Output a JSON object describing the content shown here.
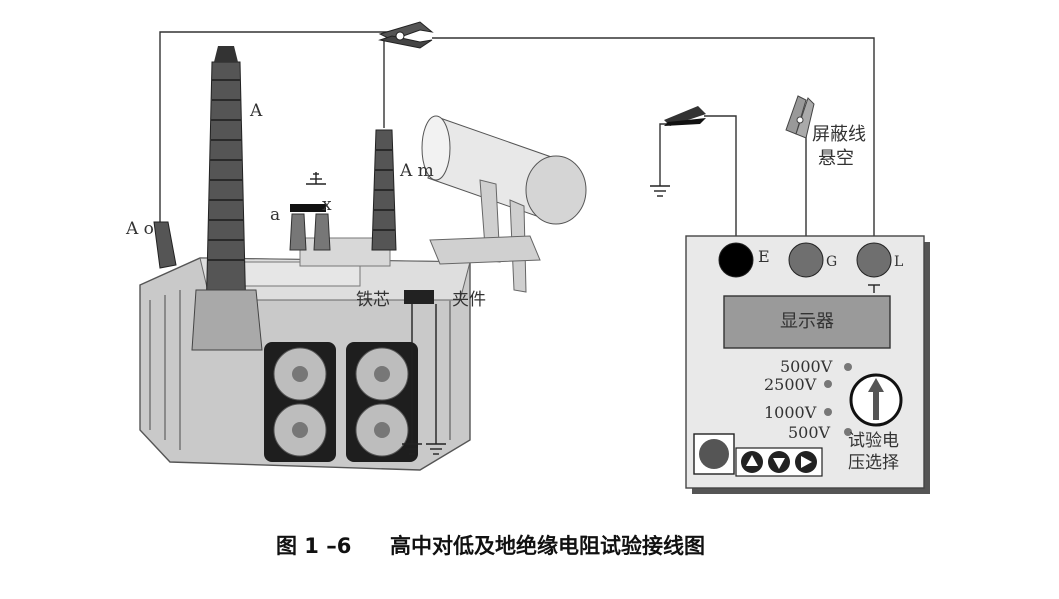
{
  "labels": {
    "terminal_A": "A",
    "terminal_Am": "A m",
    "terminal_Ao": "A o",
    "terminal_a": "a",
    "terminal_x": "x",
    "core": "铁芯",
    "clamp": "夹件",
    "shield_line_1": "屏蔽线",
    "shield_line_2": "悬空"
  },
  "meter": {
    "terminal_E": "E",
    "terminal_G": "G",
    "terminal_L": "L",
    "display": "显示器",
    "voltages": [
      "5000V",
      "2500V",
      "1000V",
      "500V"
    ],
    "selector_label_1": "试验电",
    "selector_label_2": "压选择",
    "nav_buttons": [
      "up",
      "down",
      "right"
    ]
  },
  "caption": {
    "number": "图 1 –6",
    "title": "高中对低及地绝缘电阻试验接线图"
  },
  "colors": {
    "wire": "#333333",
    "meter_face": "#e9e9e9",
    "meter_border": "#444444",
    "terminal_grey": "#6f6f6f",
    "terminal_black": "#000000"
  }
}
